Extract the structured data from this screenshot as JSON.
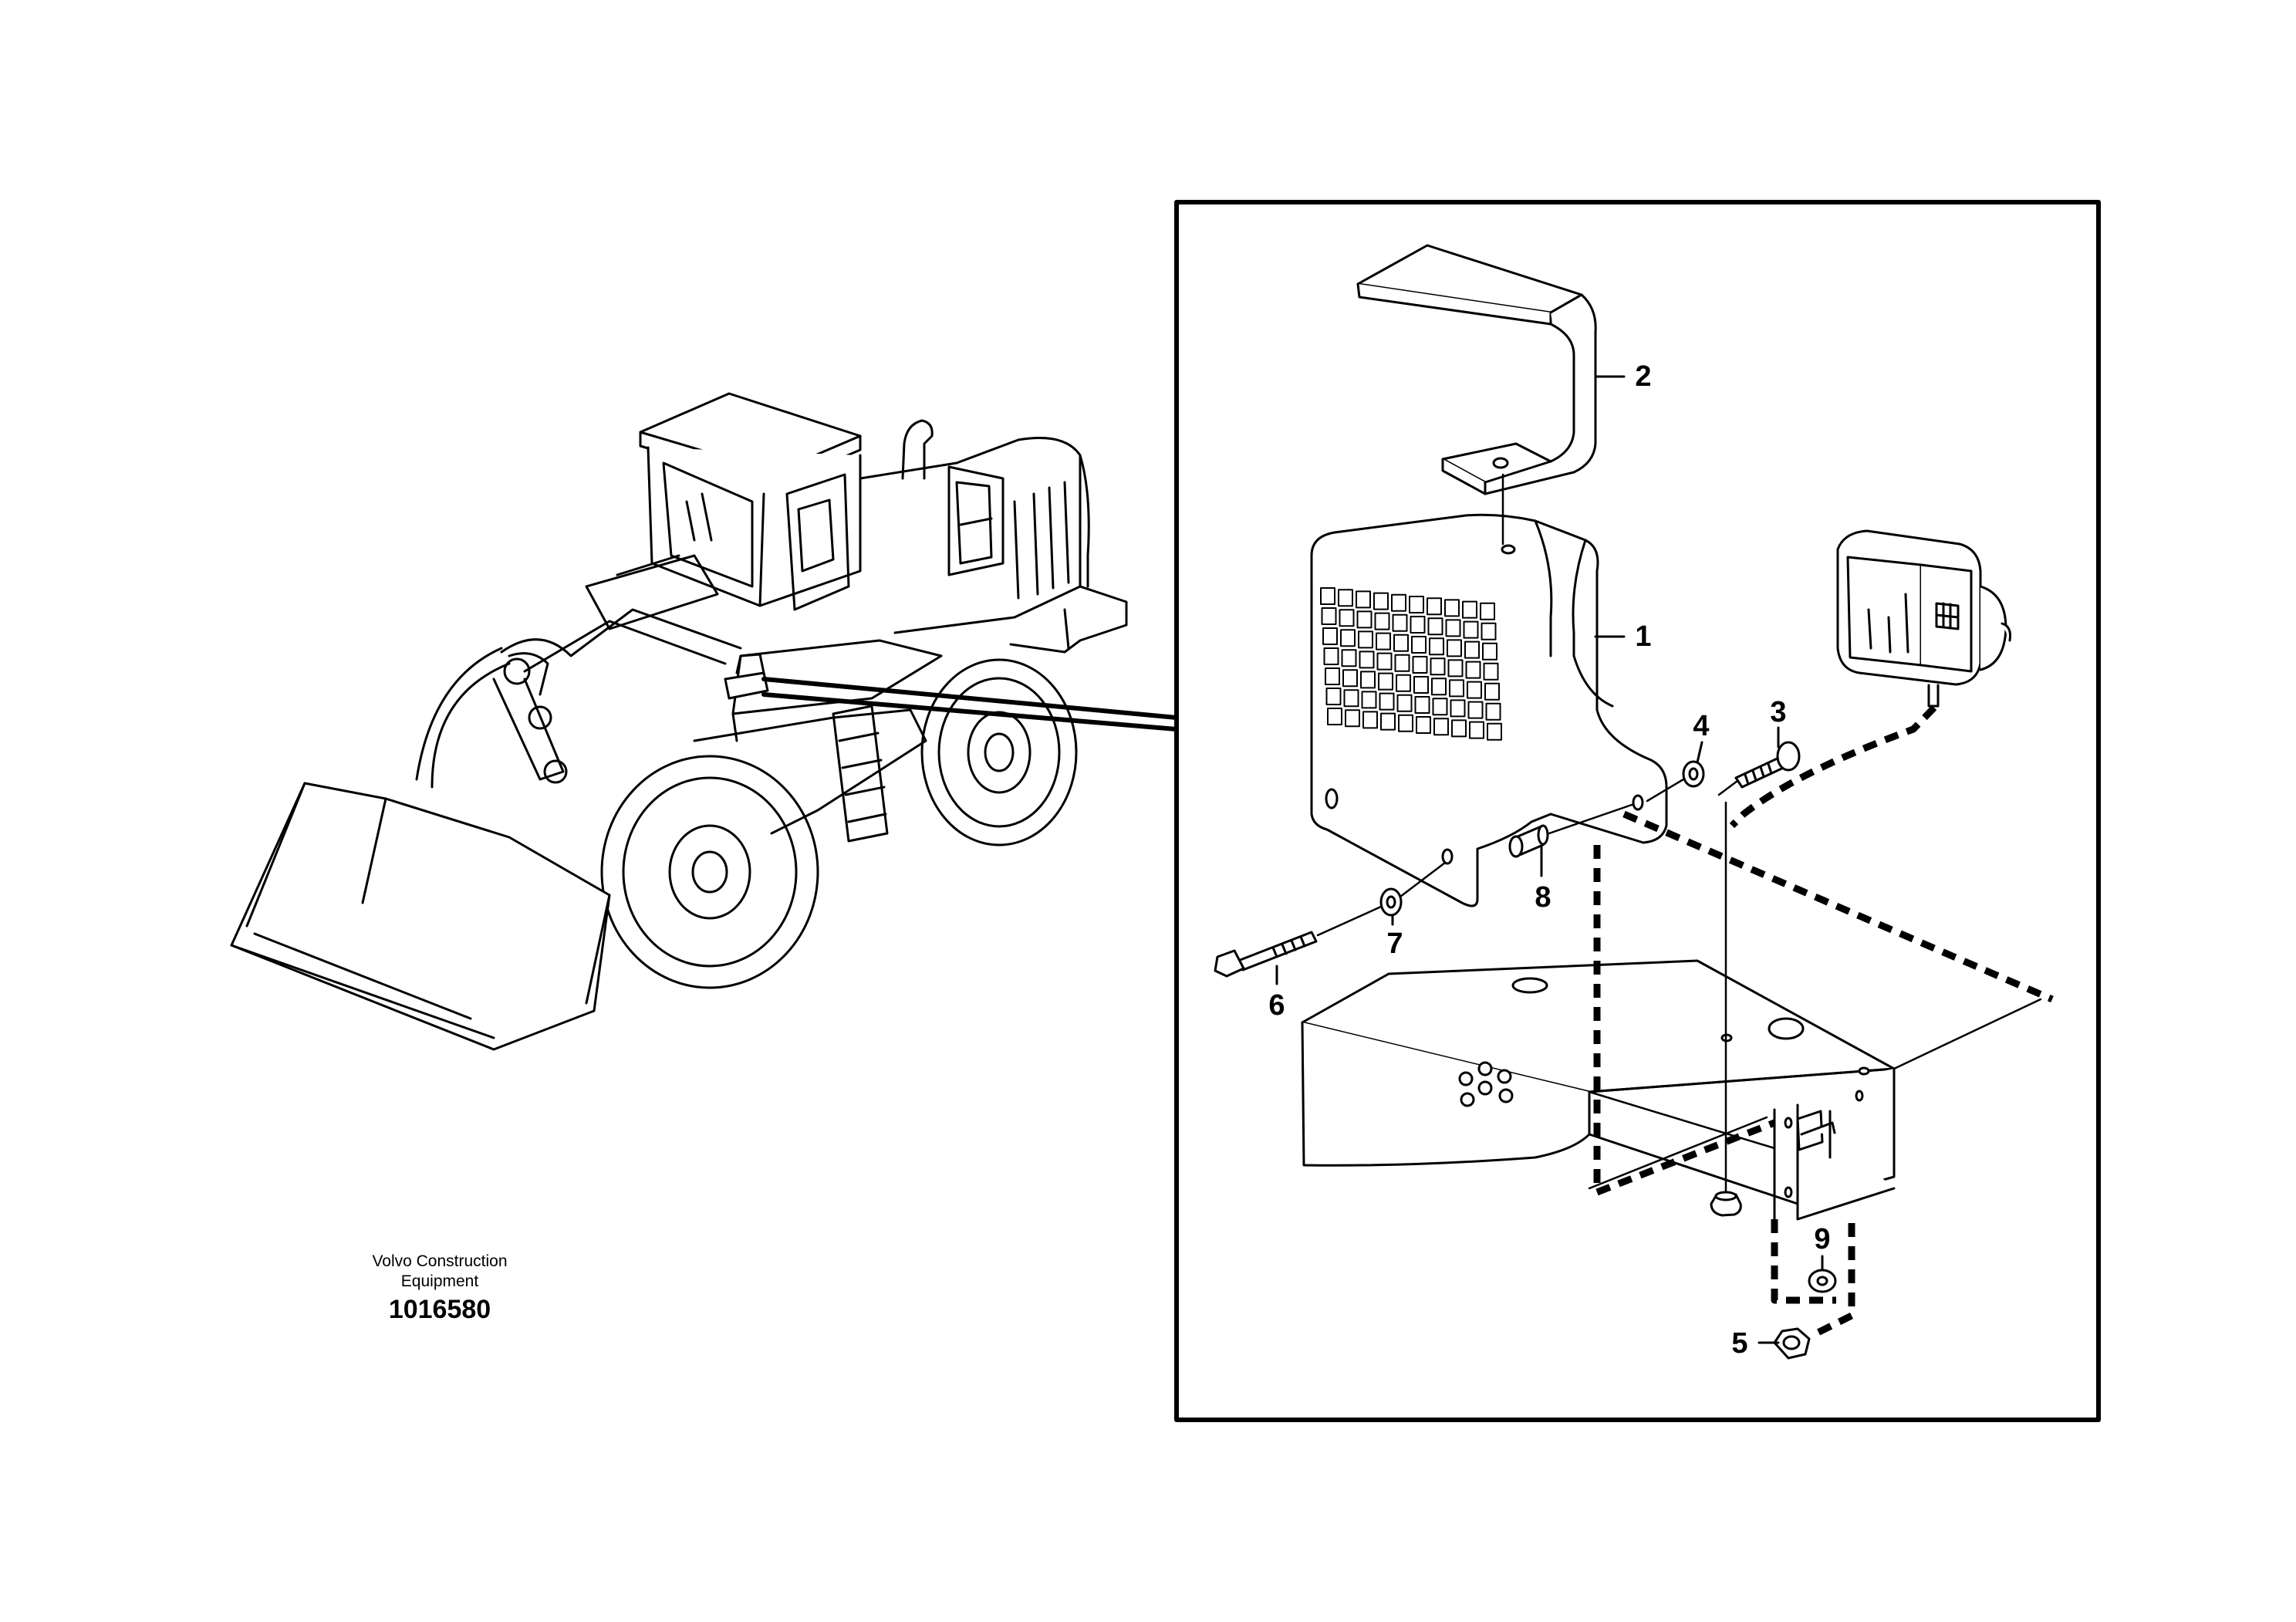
{
  "caption": {
    "company": "Volvo Construction Equipment",
    "drawing_number": "1016580"
  },
  "callouts": {
    "c1": "1",
    "c2": "2",
    "c3": "3",
    "c4": "4",
    "c5": "5",
    "c6": "6",
    "c7": "7",
    "c8": "8",
    "c9": "9"
  },
  "colors": {
    "line": "#000000",
    "background": "#ffffff"
  }
}
